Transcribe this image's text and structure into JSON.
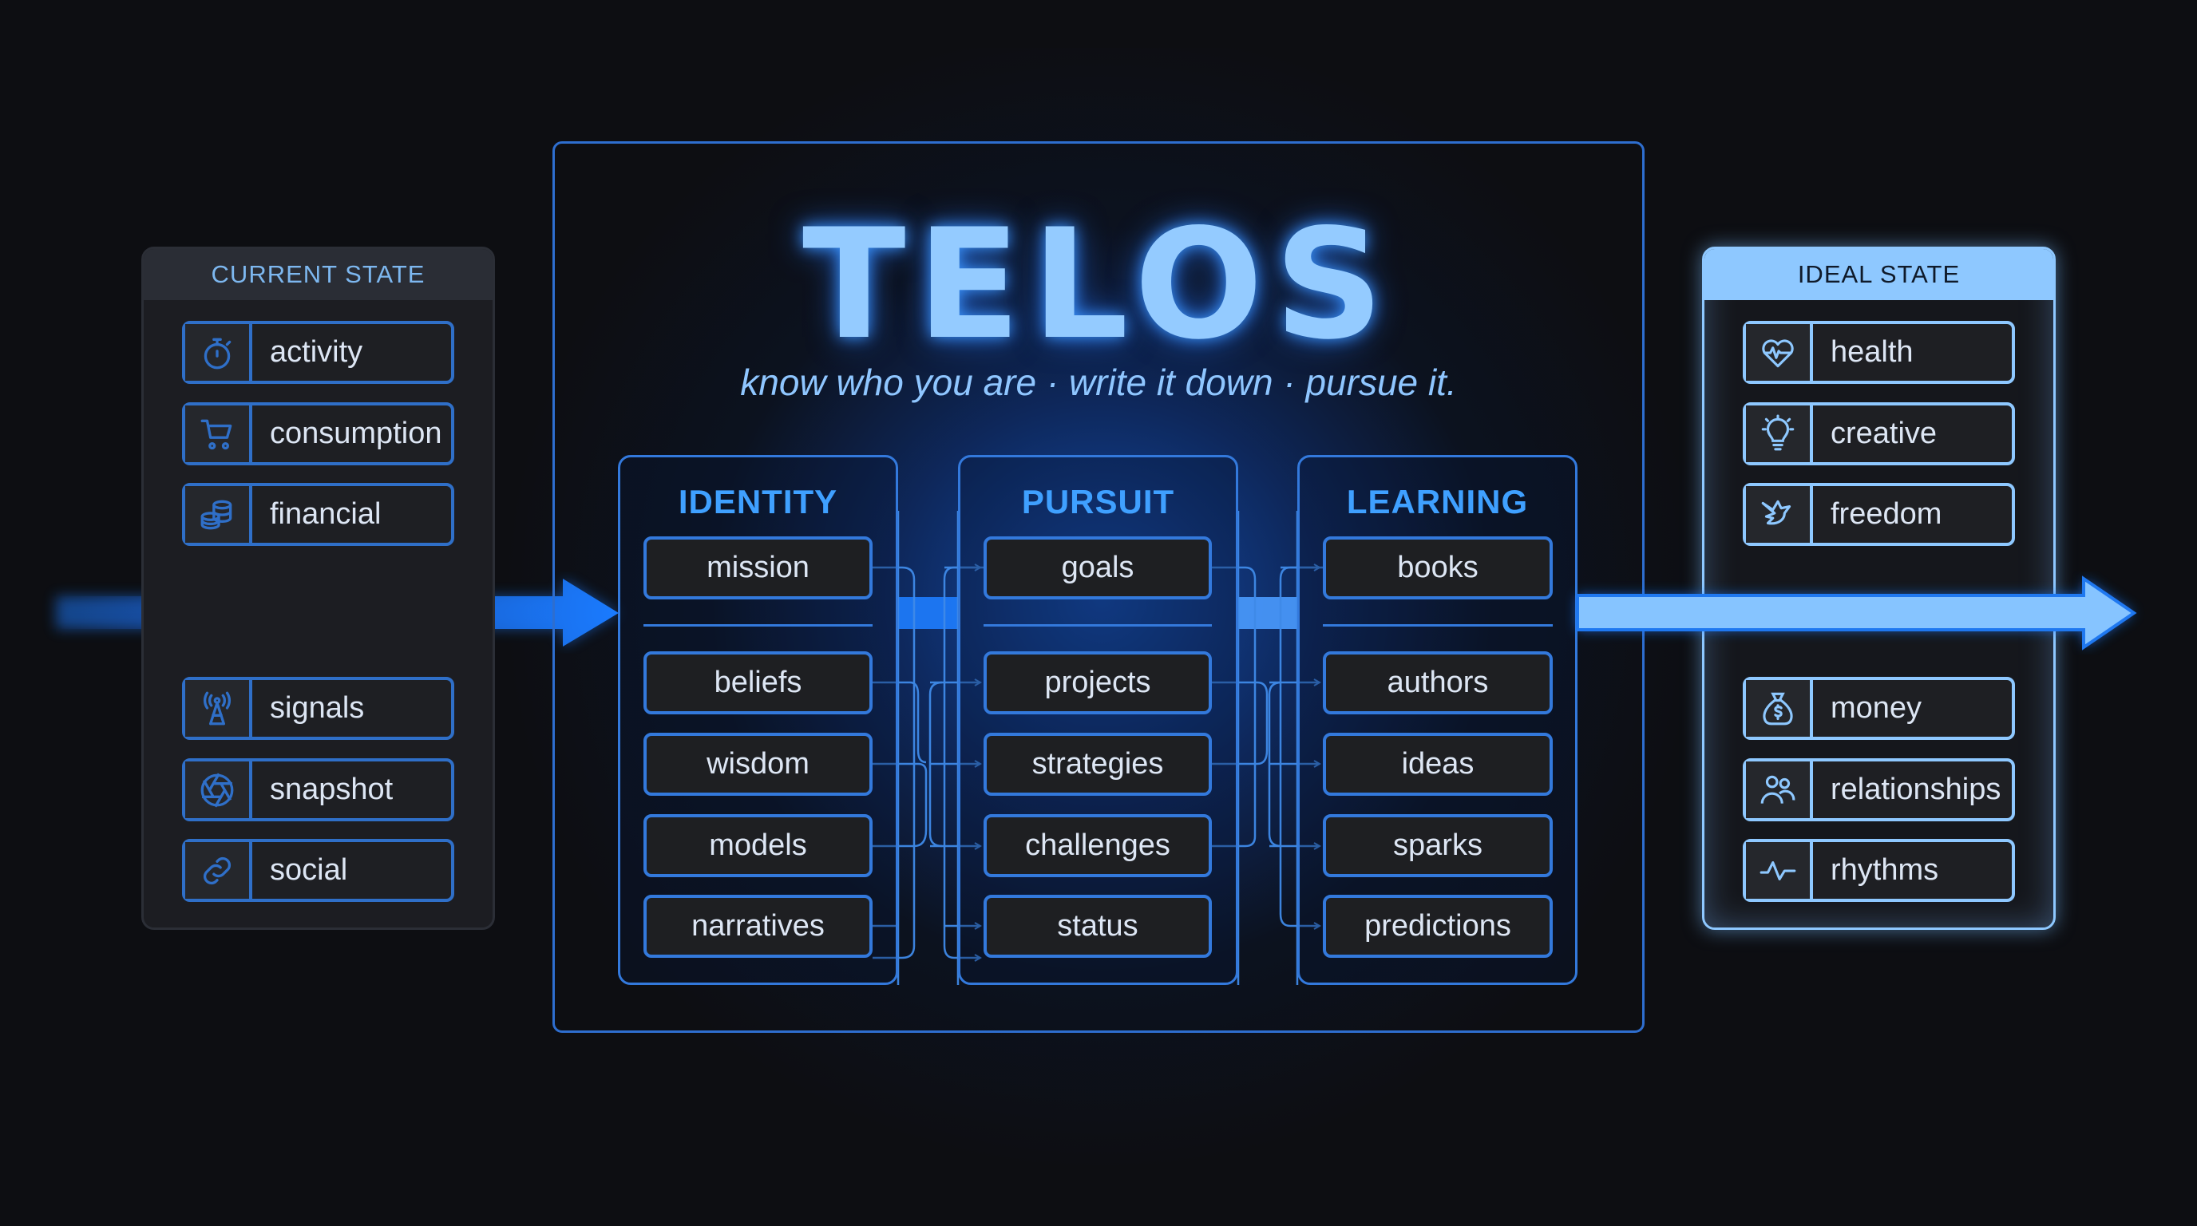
{
  "title": "TELOS",
  "tagline": "know who you are · write it down · pursue it.",
  "current_state": {
    "header": "CURRENT STATE",
    "items": [
      {
        "label": "activity",
        "icon": "stopwatch-icon"
      },
      {
        "label": "consumption",
        "icon": "shopping-cart-icon"
      },
      {
        "label": "financial",
        "icon": "coins-stack-icon"
      },
      {
        "label": "signals",
        "icon": "radio-tower-icon"
      },
      {
        "label": "snapshot",
        "icon": "camera-aperture-icon"
      },
      {
        "label": "social",
        "icon": "link-icon"
      }
    ]
  },
  "ideal_state": {
    "header": "IDEAL STATE",
    "items": [
      {
        "label": "health",
        "icon": "heart-pulse-icon"
      },
      {
        "label": "creative",
        "icon": "lightbulb-icon"
      },
      {
        "label": "freedom",
        "icon": "dove-icon"
      },
      {
        "label": "money",
        "icon": "money-bag-icon"
      },
      {
        "label": "relationships",
        "icon": "people-icon"
      },
      {
        "label": "rhythms",
        "icon": "pulse-wave-icon"
      }
    ]
  },
  "columns": [
    {
      "title": "IDENTITY",
      "items": [
        "mission",
        "beliefs",
        "wisdom",
        "models",
        "narratives"
      ]
    },
    {
      "title": "PURSUIT",
      "items": [
        "goals",
        "projects",
        "strategies",
        "challenges",
        "status"
      ]
    },
    {
      "title": "LEARNING",
      "items": [
        "books",
        "authors",
        "ideas",
        "sparks",
        "predictions"
      ]
    }
  ],
  "colors": {
    "background": "#0d0e12",
    "accent_blue": "#3379dc",
    "title_glow": "#94cbff",
    "ideal_accent": "#8ec8ff",
    "column_title": "#3fa0ff"
  }
}
